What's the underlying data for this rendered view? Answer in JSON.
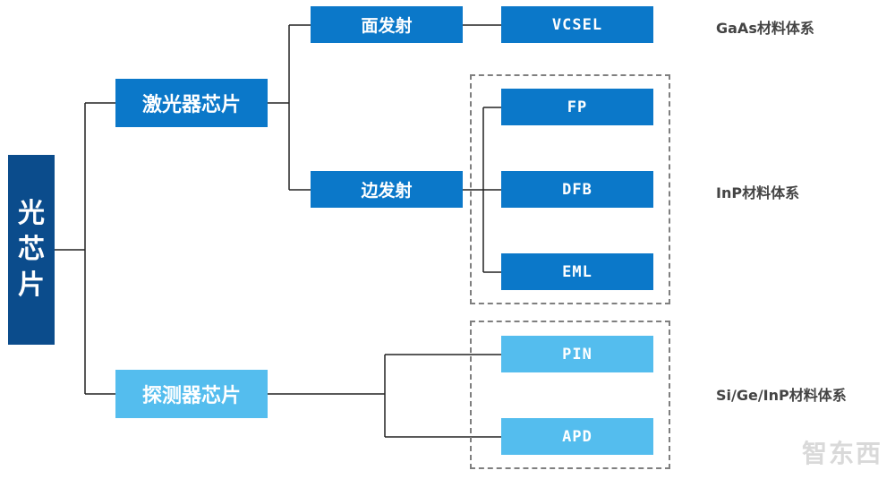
{
  "root": {
    "chars": [
      "光",
      "芯",
      "片"
    ]
  },
  "laser": {
    "label": "激光器芯片",
    "surface": {
      "label": "面发射",
      "leaf": "VCSEL",
      "material": "GaAs材料体系"
    },
    "edge": {
      "label": "边发射",
      "leaves": [
        "FP",
        "DFB",
        "EML"
      ],
      "material": "InP材料体系"
    }
  },
  "detector": {
    "label": "探测器芯片",
    "leaves": [
      "PIN",
      "APD"
    ],
    "material": "Si/Ge/InP材料体系"
  },
  "watermark": "智东西",
  "colors": {
    "dark": "#0b4c8c",
    "mid": "#0b78c9",
    "light": "#54bdee",
    "line": "#222222",
    "dash": "#7f7f7f"
  }
}
